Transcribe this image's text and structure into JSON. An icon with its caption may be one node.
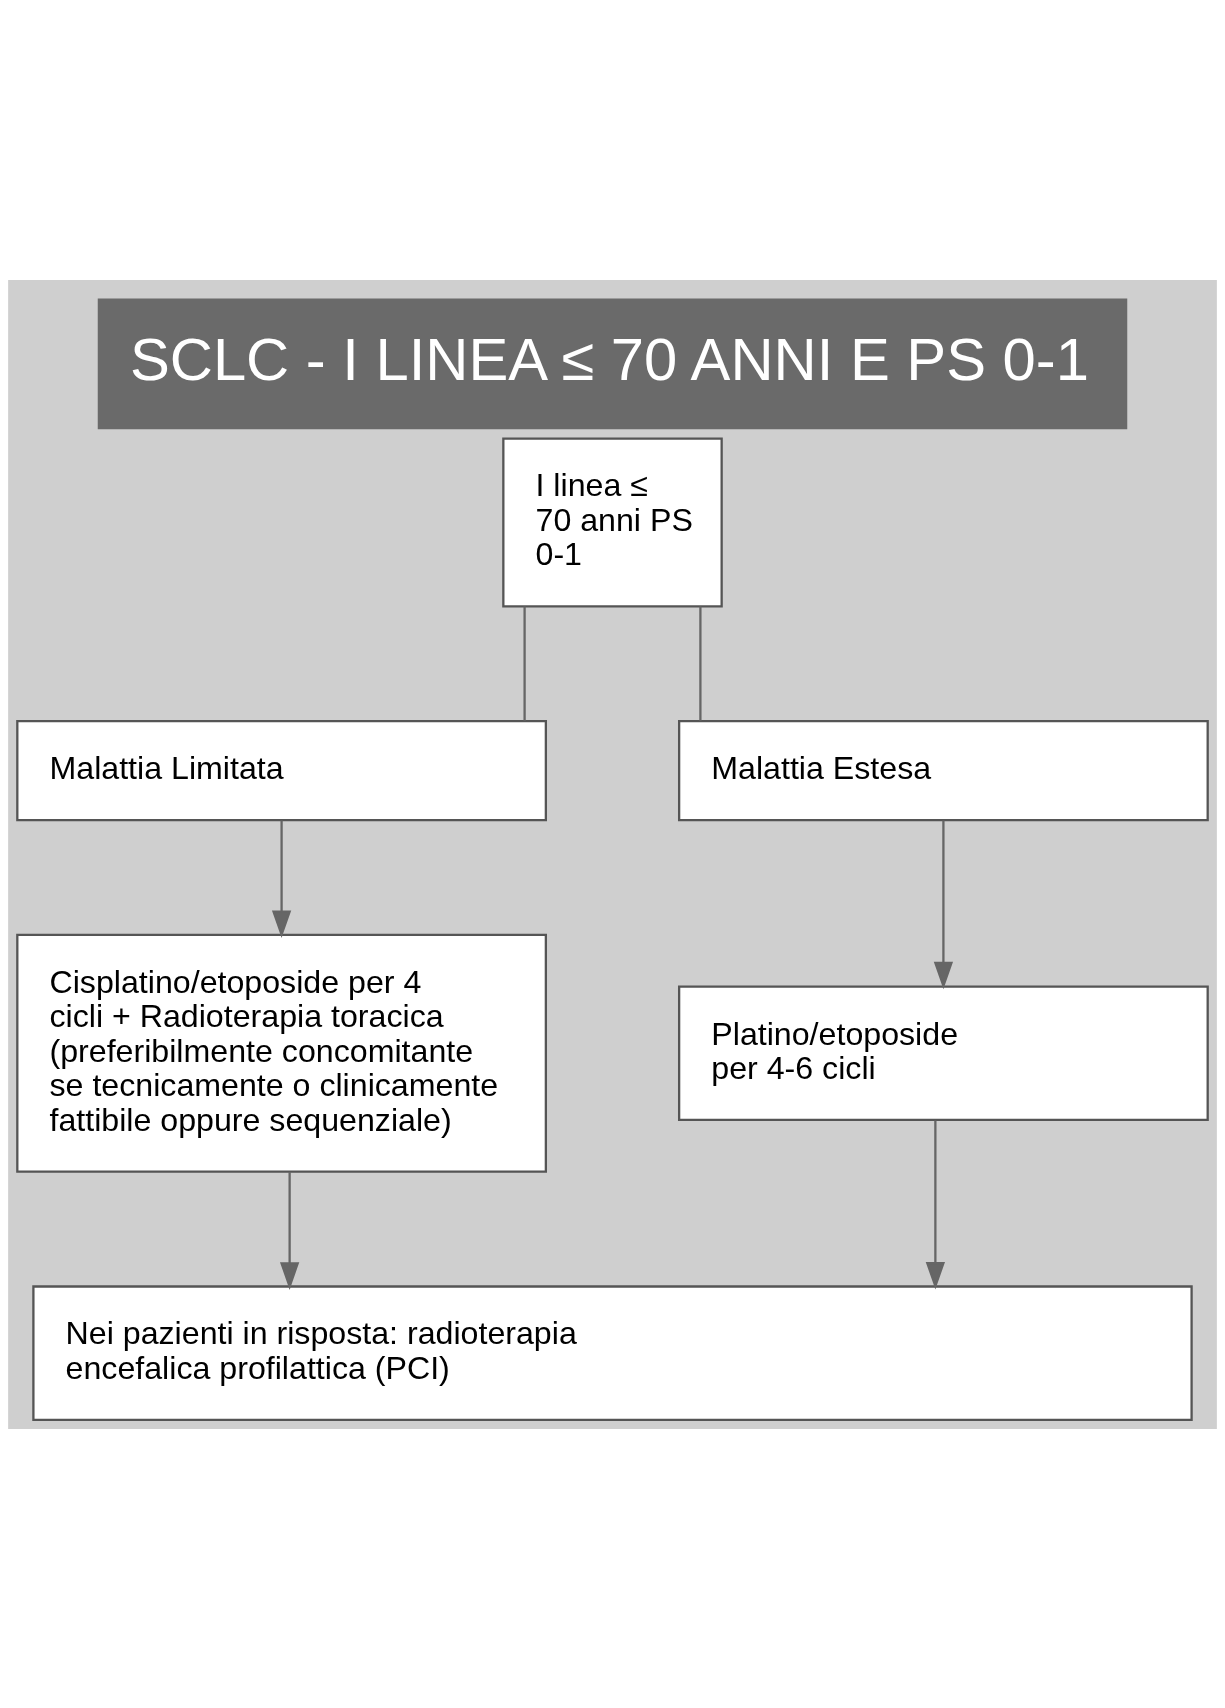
{
  "diagram": {
    "title": "SCLC - I LINEA ≤ 70 ANNI E PS 0-1",
    "nodes": [
      {
        "text": [
          "I linea ≤ 70 anni PS 0-1"
        ]
      },
      {
        "text": [
          "Malattia Limitata"
        ]
      },
      {
        "text": [
          "Malattia Estesa"
        ]
      },
      {
        "text": [
          "Cisplatino/etoposide per 4 cicli + Radioterapia toracica",
          "(preferibilmente concomitante se tecnicamente o clinicamente fattibile oppure sequenziale)"
        ]
      },
      {
        "text": [
          "Platino/etoposide per 4-6 cicli"
        ]
      },
      {
        "text": [
          "Nei pazienti in risposta: radioterapia encefalica profilattica (PCI)"
        ]
      }
    ],
    "edges": [
      {
        "from": 0,
        "to": 1,
        "arrow": "none"
      },
      {
        "from": 0,
        "to": 2,
        "arrow": "none"
      },
      {
        "from": 1,
        "to": 3,
        "arrow": "to"
      },
      {
        "from": 2,
        "to": 4,
        "arrow": "to"
      },
      {
        "from": 3,
        "to": 5,
        "arrow": "to"
      },
      {
        "from": 4,
        "to": 5,
        "arrow": "to"
      }
    ]
  }
}
